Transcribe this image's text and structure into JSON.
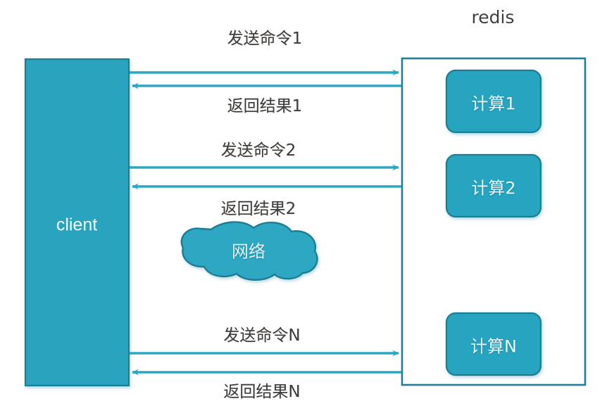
{
  "diagram": {
    "title_right": "redis",
    "client": {
      "label": "client",
      "fill": "#2ba3bf",
      "stroke": "#1c7f96"
    },
    "server": {
      "label": "redis",
      "border": "#1f7f96",
      "fill": "#ffffff",
      "compute_nodes": [
        {
          "label": "计算1"
        },
        {
          "label": "计算2"
        },
        {
          "label": "计算N"
        }
      ],
      "node_fill": "#28a4c0",
      "node_stroke": "#1b7e95"
    },
    "network_cloud": {
      "label": "网络",
      "fill": "#2ea7c2",
      "stroke": "#1b7d94"
    },
    "messages": [
      {
        "label": "发送命令1",
        "direction": "request"
      },
      {
        "label": "返回结果1",
        "direction": "response"
      },
      {
        "label": "发送命令2",
        "direction": "request"
      },
      {
        "label": "返回结果2",
        "direction": "response"
      },
      {
        "label": "发送命令N",
        "direction": "request"
      },
      {
        "label": "返回结果N",
        "direction": "response"
      }
    ],
    "arrow_color": "#2ba7c4",
    "text_color": "#3d3d3d"
  }
}
